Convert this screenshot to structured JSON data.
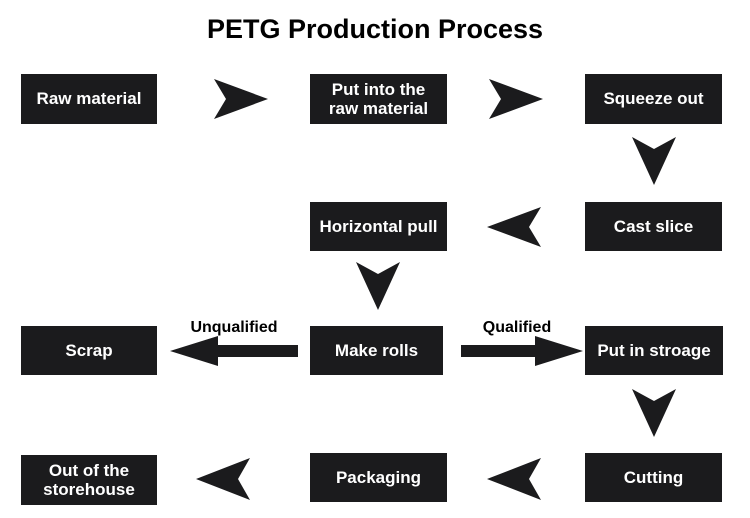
{
  "title": "PETG Production Process",
  "palette": {
    "node_fill": "#1b1b1d",
    "node_text": "#ffffff",
    "arrow_fill": "#1b1b1d",
    "background": "#ffffff",
    "label_text": "#000000"
  },
  "nodes": [
    {
      "id": "raw-material",
      "label": "Raw material"
    },
    {
      "id": "put-into-raw",
      "label": "Put into the\nraw material"
    },
    {
      "id": "squeeze-out",
      "label": "Squeeze out"
    },
    {
      "id": "cast-slice",
      "label": "Cast slice"
    },
    {
      "id": "horizontal-pull",
      "label": "Horizontal pull"
    },
    {
      "id": "make-rolls",
      "label": "Make rolls"
    },
    {
      "id": "scrap",
      "label": "Scrap"
    },
    {
      "id": "put-in-stroage",
      "label": "Put in stroage"
    },
    {
      "id": "cutting",
      "label": "Cutting"
    },
    {
      "id": "packaging",
      "label": "Packaging"
    },
    {
      "id": "out-of-storehouse",
      "label": "Out of the\nstorehouse"
    }
  ],
  "edges": [
    {
      "id": "raw-to-put",
      "from": "raw-material",
      "to": "put-into-raw",
      "label": "",
      "direction": "right"
    },
    {
      "id": "put-to-squeeze",
      "from": "put-into-raw",
      "to": "squeeze-out",
      "label": "",
      "direction": "right"
    },
    {
      "id": "squeeze-to-cast",
      "from": "squeeze-out",
      "to": "cast-slice",
      "label": "",
      "direction": "down"
    },
    {
      "id": "cast-to-horiz",
      "from": "cast-slice",
      "to": "horizontal-pull",
      "label": "",
      "direction": "left"
    },
    {
      "id": "horiz-to-rolls",
      "from": "horizontal-pull",
      "to": "make-rolls",
      "label": "",
      "direction": "down"
    },
    {
      "id": "rolls-to-scrap",
      "from": "make-rolls",
      "to": "scrap",
      "label": "Unqualified",
      "direction": "left"
    },
    {
      "id": "rolls-to-storage",
      "from": "make-rolls",
      "to": "put-in-stroage",
      "label": "Qualified",
      "direction": "right"
    },
    {
      "id": "storage-to-cutting",
      "from": "put-in-stroage",
      "to": "cutting",
      "label": "",
      "direction": "down"
    },
    {
      "id": "cutting-to-pack",
      "from": "cutting",
      "to": "packaging",
      "label": "",
      "direction": "left"
    },
    {
      "id": "pack-to-out",
      "from": "packaging",
      "to": "out-of-storehouse",
      "label": "",
      "direction": "left"
    }
  ]
}
